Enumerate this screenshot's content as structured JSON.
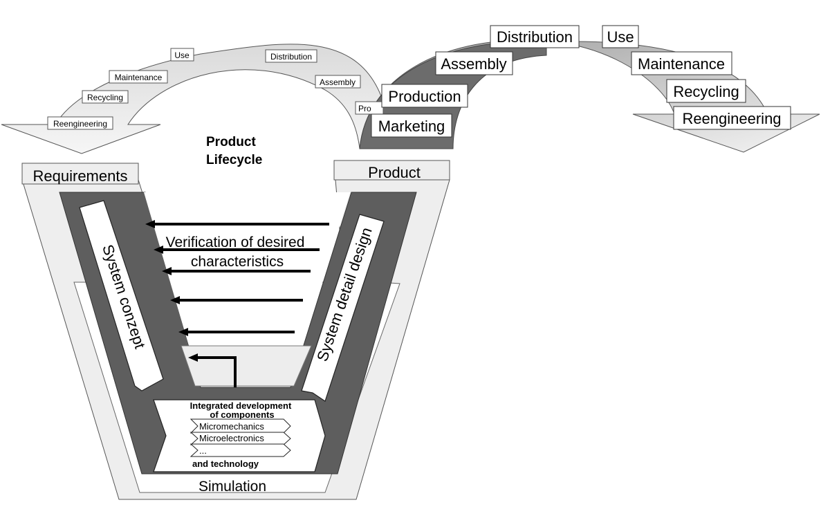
{
  "lifecycle_small": {
    "use": "Use",
    "distribution": "Distribution",
    "maintenance": "Maintenance",
    "assembly": "Assembly",
    "recycling": "Recycling",
    "production": "Pro",
    "reengineering": "Reengineering"
  },
  "lifecycle_large": {
    "distribution": "Distribution",
    "use": "Use",
    "assembly": "Assembly",
    "maintenance": "Maintenance",
    "production": "Production",
    "recycling": "Recycling",
    "marketing": "Marketing",
    "reengineering": "Reengineering"
  },
  "center": {
    "title_line1": "Product",
    "title_line2": "Lifecycle",
    "verification_line1": "Verification of desired",
    "verification_line2": "characteristics"
  },
  "v_model": {
    "requirements": "Requirements",
    "product": "Product",
    "system_concept": "System conzept",
    "system_detail_design": "System detail design",
    "simulation": "Simulation"
  },
  "integration": {
    "title_line1": "Integrated development",
    "title_line2": "of components",
    "items": [
      "Micromechanics",
      "Microelectronics",
      "..."
    ],
    "footer": "and technology"
  }
}
